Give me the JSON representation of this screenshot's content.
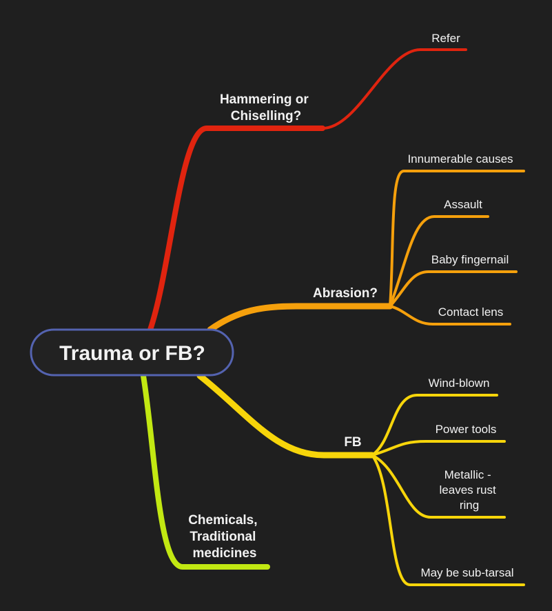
{
  "root": {
    "label": "Trauma or FB?",
    "border_color": "#5463b0",
    "fill_color": "#222222"
  },
  "colors": {
    "background": "#1f1f1f",
    "text": "#f2f2f2",
    "red": "#e0240f",
    "orange": "#f5a00c",
    "yellow": "#f7d50a",
    "lime": "#c2e812"
  },
  "branches": {
    "hammering": {
      "label_lines": [
        "Hammering or",
        "Chiselling?"
      ],
      "color": "red",
      "children": [
        "Refer"
      ]
    },
    "abrasion": {
      "label_lines": [
        "Abrasion?"
      ],
      "color": "orange",
      "children": [
        "Innumerable causes",
        "Assault",
        "Baby fingernail",
        "Contact lens"
      ]
    },
    "fb": {
      "label_lines": [
        "FB"
      ],
      "color": "yellow",
      "children": [
        "Wind-blown",
        "Power tools",
        "Metallic -|leaves rust|ring",
        "May be sub-tarsal"
      ]
    },
    "chemicals": {
      "label_lines": [
        "Chemicals,",
        "Traditional",
        "medicines"
      ],
      "color": "lime",
      "children": []
    }
  }
}
